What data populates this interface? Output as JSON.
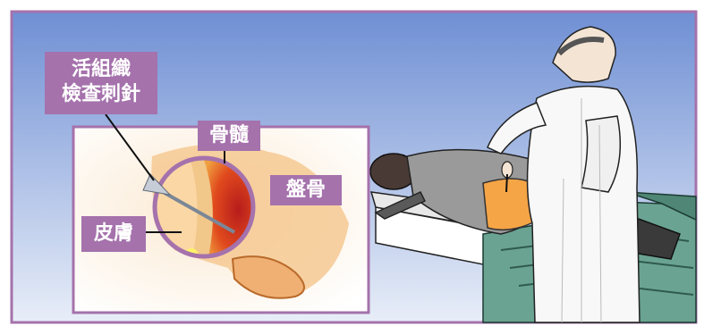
{
  "labels": {
    "needle_line1": "活組織",
    "needle_line2": "檢查刺針",
    "marrow": "骨髓",
    "pelvis": "盤骨",
    "skin": "皮膚"
  },
  "colors": {
    "label_bg": "#a572ac",
    "frame_border": "#a572ac",
    "sky_top": "#6f8fd4",
    "sky_bottom": "#e8eef8",
    "sheet_green": "#6aa392",
    "gown_orange": "#f5a446"
  }
}
